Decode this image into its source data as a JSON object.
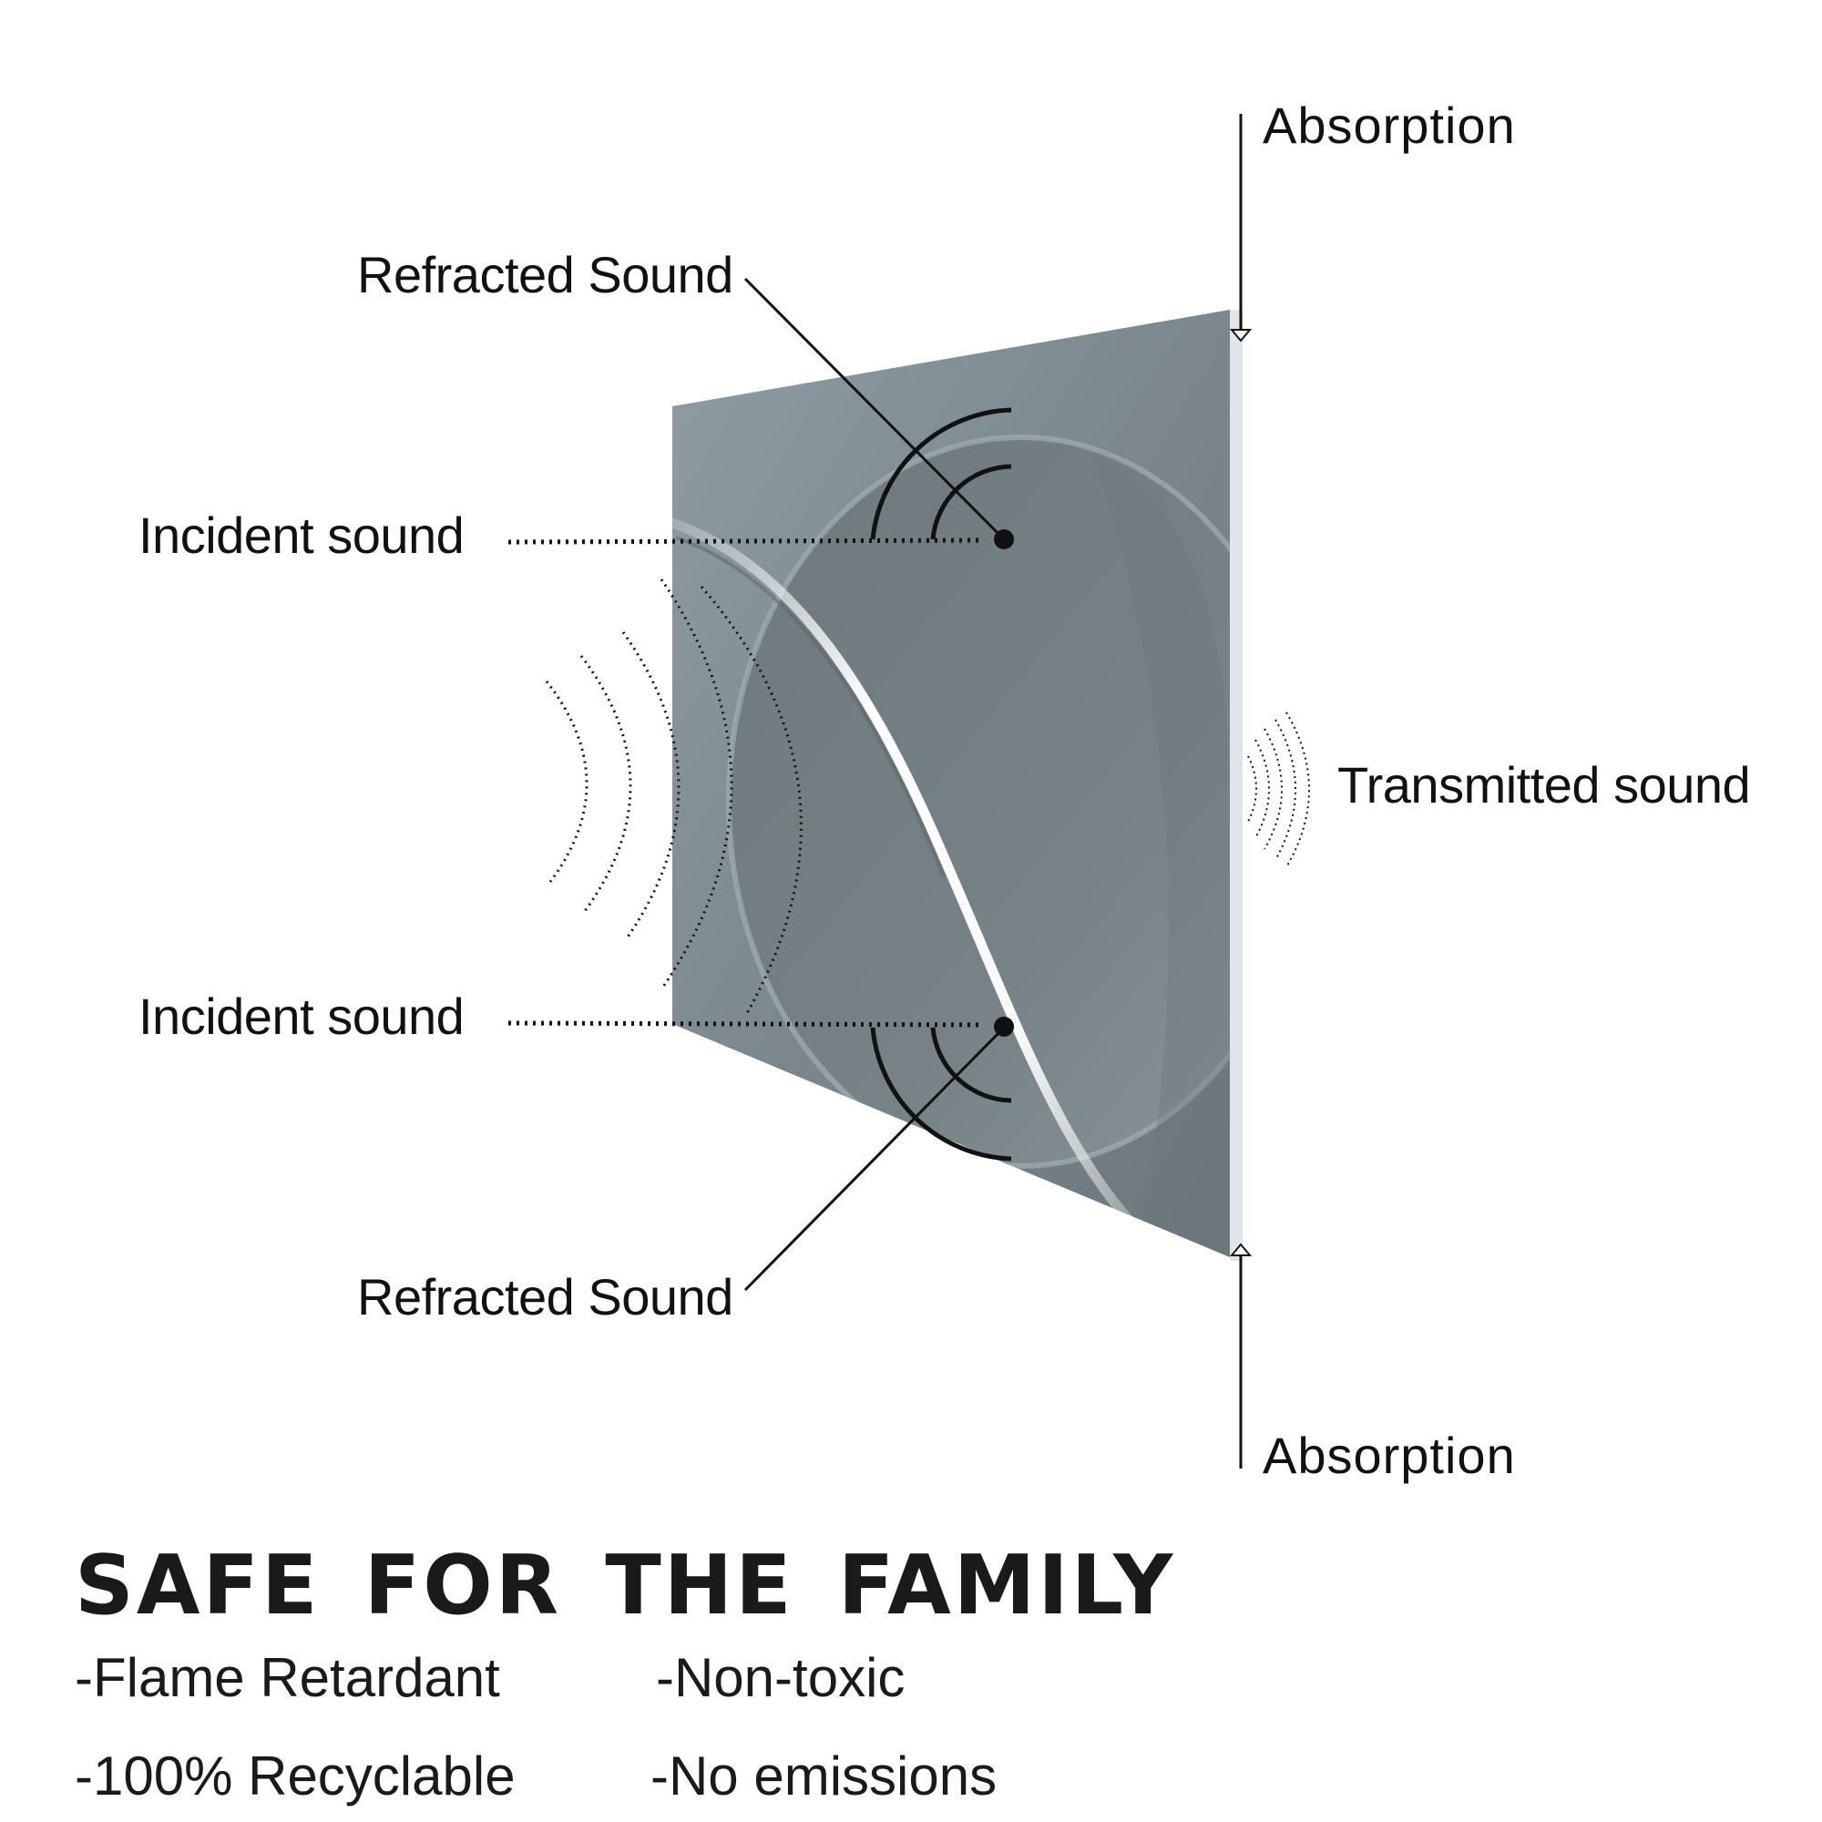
{
  "labels": {
    "absorption_top": "Absorption",
    "absorption_bottom": "Absorption",
    "refracted_top": "Refracted Sound",
    "refracted_bottom": "Refracted Sound",
    "incident_top": "Incident sound",
    "incident_bottom": "Incident sound",
    "transmitted": "Transmitted sound"
  },
  "banner": {
    "title": "SAFE FOR THE FAMILY",
    "features": [
      "-Flame Retardant",
      "-100% Recyclable",
      "-Non-toxic",
      "-No emissions"
    ]
  },
  "colors": {
    "panel_face": "#7f8a90",
    "panel_edge": "#dfe6ea",
    "ink": "#111111"
  }
}
